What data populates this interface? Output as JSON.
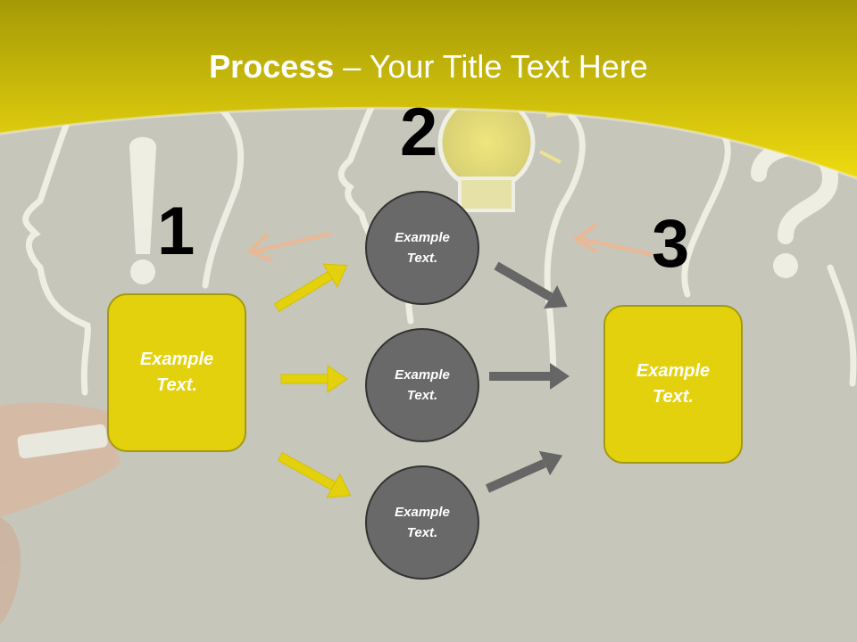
{
  "slide": {
    "title_bold": "Process",
    "title_rest": " – Your Title Text Here"
  },
  "steps": [
    {
      "number": "1",
      "text": "Example\nText."
    },
    {
      "number": "2"
    },
    {
      "number": "3",
      "text": "Example\nText."
    }
  ],
  "circles": [
    {
      "text": "Example\nText."
    },
    {
      "text": "Example\nText."
    },
    {
      "text": "Example\nText."
    }
  ],
  "colors": {
    "accent_yellow": "#e4d10d",
    "circle_gray": "#696969",
    "arrow_gray": "#666666",
    "background": "#c9c9bd"
  }
}
